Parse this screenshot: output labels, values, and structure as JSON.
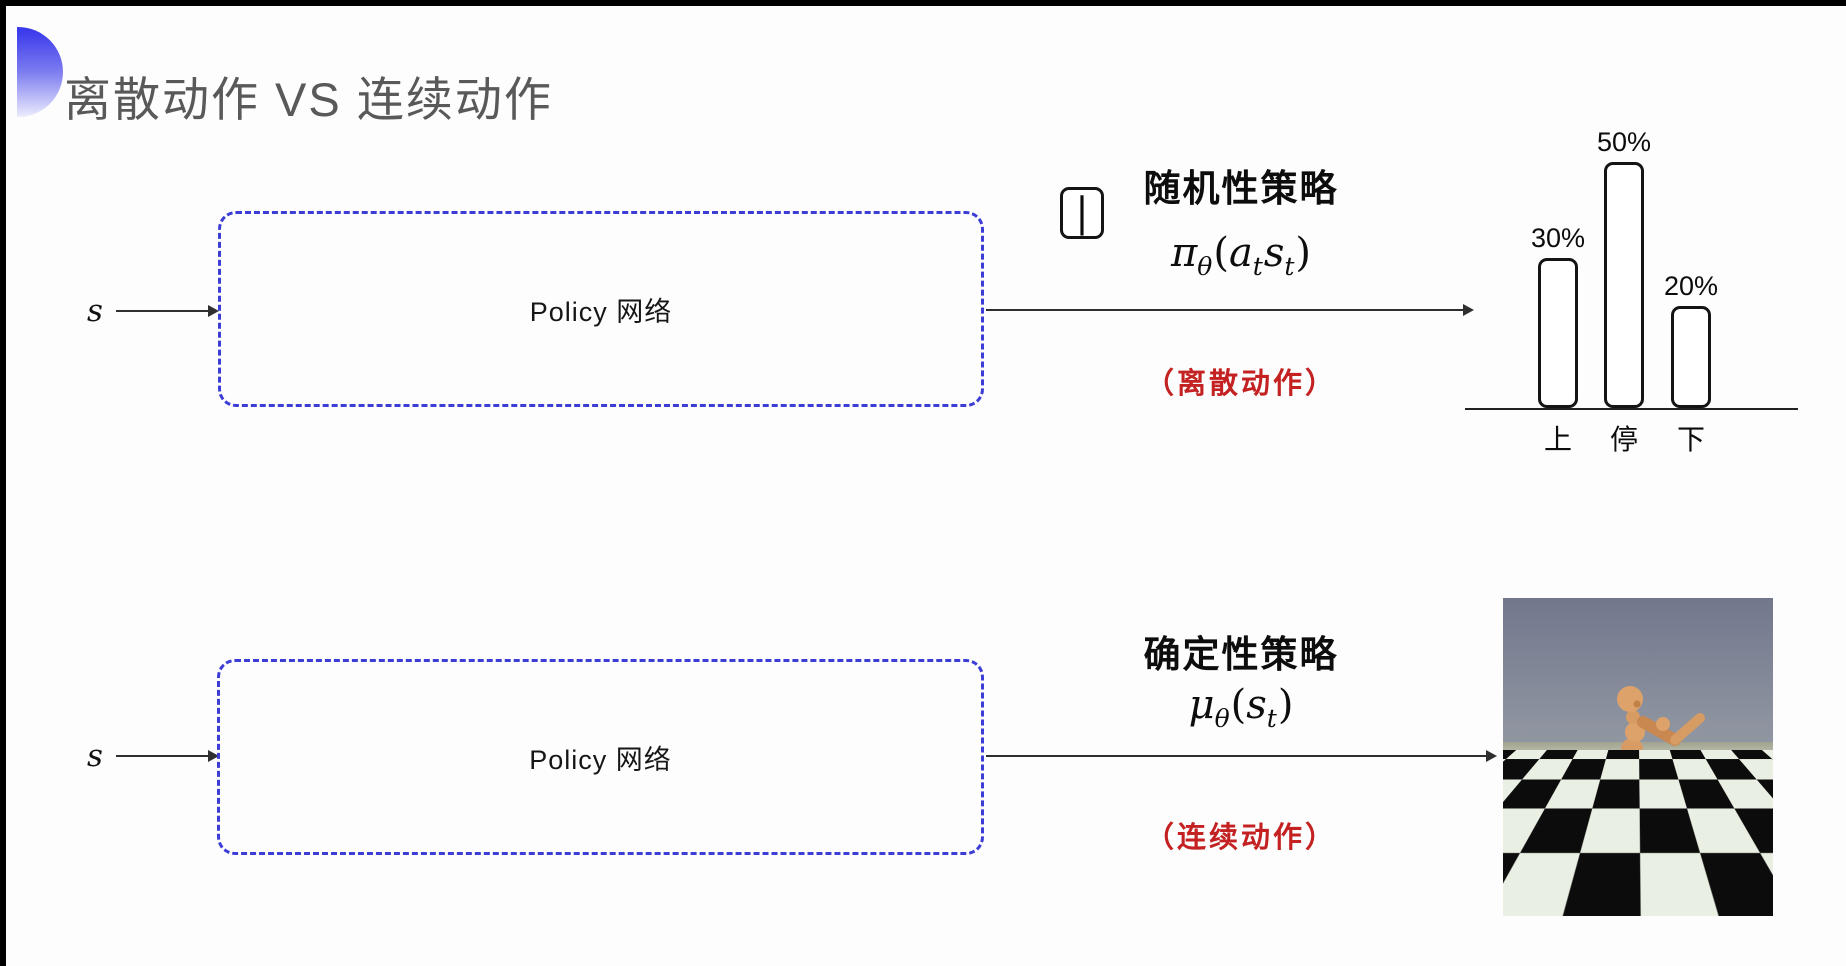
{
  "title": {
    "text": "离散动作 VS 连续动作"
  },
  "accents": {
    "title_color": "#595959",
    "box_border": "#3c3cd6",
    "arrow_color": "#2f2f2f",
    "note_red": "#c42222",
    "sphere_top": "#3a3aec",
    "sphere_bottom": "#ececfd",
    "sky_top": "#72778d",
    "sky_bottom": "#9298a2",
    "ground_far": "#a0a38f",
    "checker_dark": "#0c0c0c",
    "checker_light": "#e9efe2",
    "robot_skin": "#d79c64"
  },
  "rows": [
    {
      "input_label": "s",
      "box_label": "Policy 网络",
      "policy_title": "随机性策略",
      "formula": {
        "sym": "π",
        "sym_sub": "θ",
        "open": "(",
        "arg1": "a",
        "arg1_sub": "t",
        "bar": "|",
        "arg2": "s",
        "arg2_sub": "t",
        "close": ")"
      },
      "action_note": "（离散动作）"
    },
    {
      "input_label": "s",
      "box_label": "Policy 网络",
      "policy_title": "确定性策略",
      "formula": {
        "sym": "μ",
        "sym_sub": "θ",
        "open": "(",
        "arg2": "s",
        "arg2_sub": "t",
        "close": ")"
      },
      "action_note": "（连续动作）"
    }
  ],
  "chart_data": {
    "type": "bar",
    "categories": [
      "上",
      "停",
      "下"
    ],
    "values": [
      30,
      50,
      20
    ],
    "labels": [
      "30%",
      "50%",
      "20%"
    ],
    "title": "",
    "xlabel": "",
    "ylabel": "",
    "legend": false,
    "grid": false
  }
}
